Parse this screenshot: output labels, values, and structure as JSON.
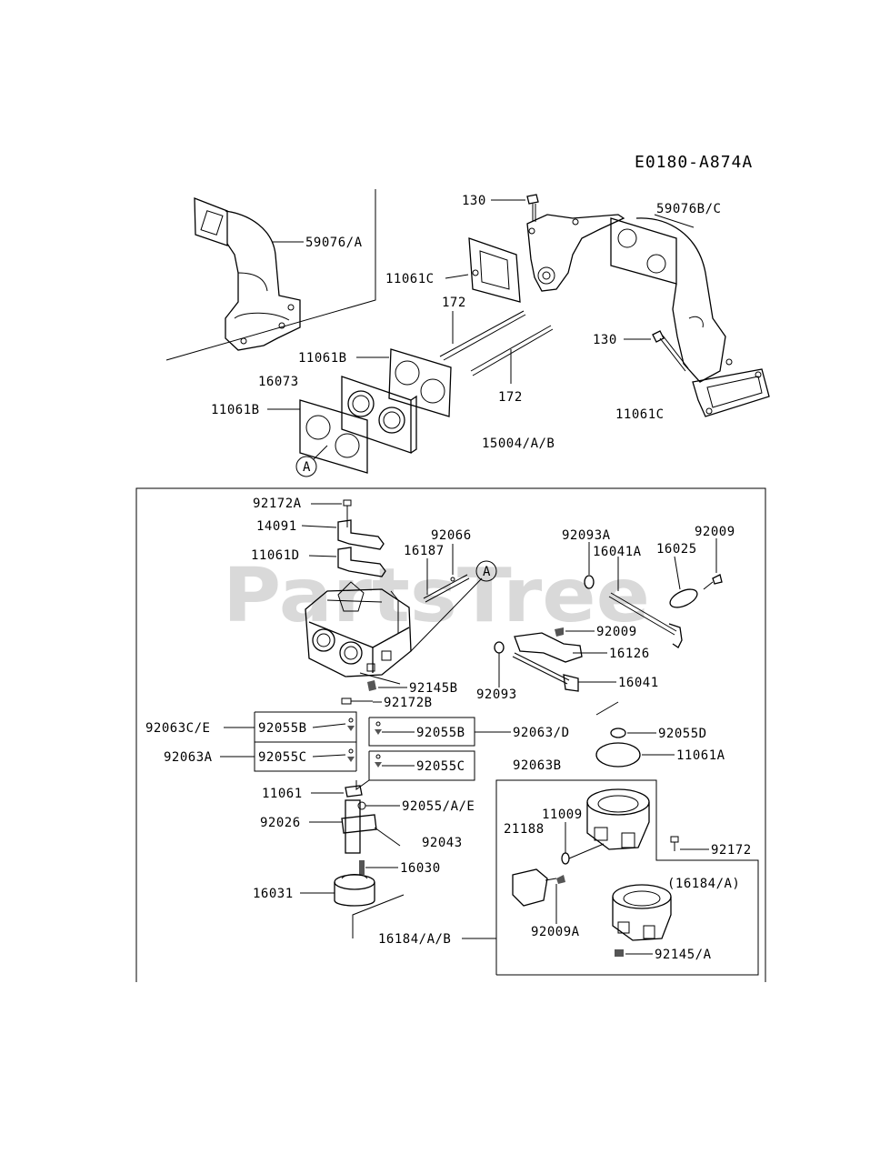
{
  "diagram_code": "E0180-A874A",
  "watermark": "PartsTree",
  "callouts": {
    "p130_top": "130",
    "p59076bc": "59076B/C",
    "p59076a": "59076/A",
    "p11061c_top": "11061C",
    "p172_top": "172",
    "p130_right": "130",
    "p11061b_top": "11061B",
    "p16073": "16073",
    "p172_bottom": "172",
    "p11061b_left": "11061B",
    "p11061c_right": "11061C",
    "p15004": "15004/A/B",
    "ref_a_top": "A",
    "p92172a": "92172A",
    "p14091": "14091",
    "p92066": "92066",
    "p92093a": "92093A",
    "p92009_top": "92009",
    "p11061d": "11061D",
    "p16187": "16187",
    "ref_a_mid": "A",
    "p16041a": "16041A",
    "p16025": "16025",
    "p92009_mid": "92009",
    "p16126": "16126",
    "p92145b": "92145B",
    "p92093": "92093",
    "p16041": "16041",
    "p92172b": "92172B",
    "p92063ce": "92063C/E",
    "p92055b_left": "92055B",
    "p92055b_right": "92055B",
    "p92063d": "92063/D",
    "p92055d": "92055D",
    "p11061a": "11061A",
    "p92063a": "92063A",
    "p92055c_left": "92055C",
    "p92055c_right": "92055C",
    "p92063b": "92063B",
    "p11061": "11061",
    "p92055ae": "92055/A/E",
    "p11009": "11009",
    "p21188": "21188",
    "p92026": "92026",
    "p92043": "92043",
    "p92172": "92172",
    "p16030": "16030",
    "p16184a_paren": "(16184/A)",
    "p16031": "16031",
    "p92009a": "92009A",
    "p16184ab": "16184/A/B",
    "p92145a": "92145/A"
  }
}
